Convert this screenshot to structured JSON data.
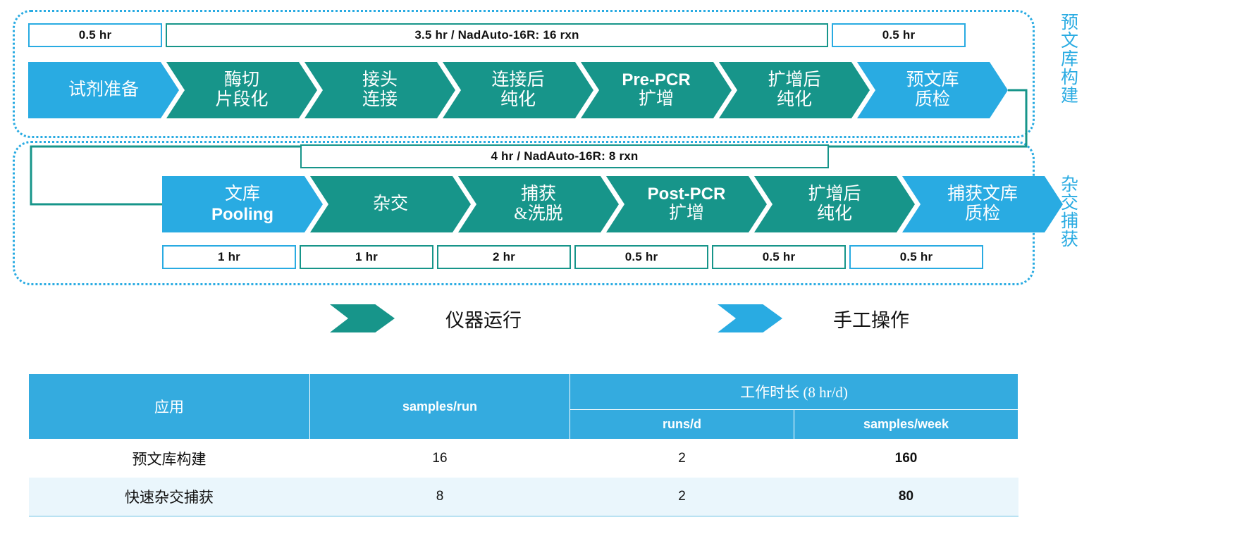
{
  "workflow": {
    "prelib": {
      "side_label": "预文库构建",
      "durations": [
        {
          "text": "0.5 hr",
          "style": "manual"
        },
        {
          "text": "3.5 hr / NadAuto-16R: 16 rxn",
          "style": "instrument"
        },
        {
          "text": "0.5 hr",
          "style": "manual"
        }
      ],
      "steps": [
        {
          "line1": "试剂准备",
          "line2": "",
          "type": "manual"
        },
        {
          "line1": "酶切",
          "line2": "片段化",
          "type": "instrument"
        },
        {
          "line1": "接头",
          "line2": "连接",
          "type": "instrument"
        },
        {
          "line1": "连接后",
          "line2": "纯化",
          "type": "instrument"
        },
        {
          "line1": "Pre-PCR",
          "line2": "扩增",
          "type": "instrument",
          "line1_latin": true
        },
        {
          "line1": "扩增后",
          "line2": "纯化",
          "type": "instrument"
        },
        {
          "line1": "预文库",
          "line2": "质检",
          "type": "manual"
        }
      ]
    },
    "capture": {
      "side_label": "杂交捕获",
      "durations_top": [
        {
          "text": "4 hr / NadAuto-16R: 8 rxn",
          "style": "instrument"
        }
      ],
      "steps": [
        {
          "line1": "文库",
          "line2": "Pooling",
          "type": "manual",
          "line2_latin": true
        },
        {
          "line1": "杂交",
          "line2": "",
          "type": "instrument"
        },
        {
          "line1": "捕获",
          "line2": "&洗脱",
          "type": "instrument",
          "line2_amp": true
        },
        {
          "line1": "Post-PCR",
          "line2": "扩增",
          "type": "instrument",
          "line1_latin": true
        },
        {
          "line1": "扩增后",
          "line2": "纯化",
          "type": "instrument"
        },
        {
          "line1": "捕获文库",
          "line2": "质检",
          "type": "manual"
        }
      ],
      "durations_bottom": [
        {
          "text": "1 hr",
          "style": "manual"
        },
        {
          "text": "1 hr",
          "style": "instrument"
        },
        {
          "text": "2 hr",
          "style": "instrument"
        },
        {
          "text": "0.5 hr",
          "style": "instrument"
        },
        {
          "text": "0.5 hr",
          "style": "instrument"
        },
        {
          "text": "0.5 hr",
          "style": "manual"
        }
      ]
    }
  },
  "legend": [
    {
      "label": "仪器运行",
      "type": "instrument"
    },
    {
      "label": "手工操作",
      "type": "manual"
    }
  ],
  "table": {
    "headers": {
      "application": "应用",
      "samples_per_run": "samples/run",
      "work_duration": "工作时长 (8 hr/d)",
      "runs_per_day": "runs/d",
      "samples_per_week": "samples/week"
    },
    "rows": [
      {
        "application": "预文库构建",
        "samples_per_run": "16",
        "runs_per_day": "2",
        "samples_per_week": "160"
      },
      {
        "application": "快速杂交捕获",
        "samples_per_run": "8",
        "runs_per_day": "2",
        "samples_per_week": "80"
      }
    ]
  },
  "colors": {
    "manual": "#29ABE2",
    "instrument": "#17958A",
    "table_header": "#34ABDF",
    "row_alt": "#EAF6FC"
  }
}
